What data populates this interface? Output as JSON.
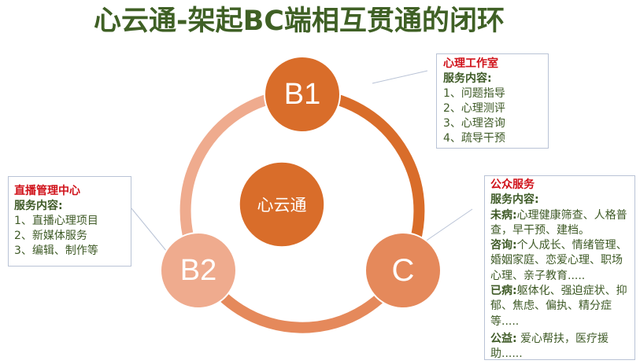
{
  "title": "心云通-架起BC端相互贯通的闭环",
  "colors": {
    "title": "#3f6025",
    "b1": "#d96d2a",
    "center": "#d96d2a",
    "b2": "#efab8e",
    "c": "#e5895b",
    "heading_red": "#d0121a",
    "text_green": "#3e5a26",
    "connector": "#b9c3d6"
  },
  "nodes": {
    "center": {
      "label": "心云通"
    },
    "b1": {
      "label": "B1"
    },
    "b2": {
      "label": "B2"
    },
    "c": {
      "label": "C"
    }
  },
  "boxes": {
    "b1": {
      "heading": "心理工作室",
      "subheading": "服务内容:",
      "items": [
        "1、问题指导",
        "2、心理测评",
        "3、心理咨询",
        "4、疏导干预"
      ]
    },
    "b2": {
      "heading": "直播管理中心",
      "subheading": "服务内容:",
      "items": [
        "1、直播心理项目",
        "2、新媒体服务",
        "3、编辑、制作等"
      ]
    },
    "c": {
      "heading": "公众服务",
      "subheading": "服务内容:",
      "sections": [
        {
          "label": "未病:",
          "text": "心理健康筛查、人格普查，早干预、建档。"
        },
        {
          "label": "咨询:",
          "text": "个人成长、情绪管理、婚姻家庭、恋爱心理、职场心理、亲子教育....."
        },
        {
          "label": "已病:",
          "text": "躯体化、强迫症状、抑郁、焦虑、偏执、精分症等....."
        },
        {
          "label": "公益:",
          "text": " 爱心帮扶，医疗援助......"
        }
      ]
    }
  }
}
